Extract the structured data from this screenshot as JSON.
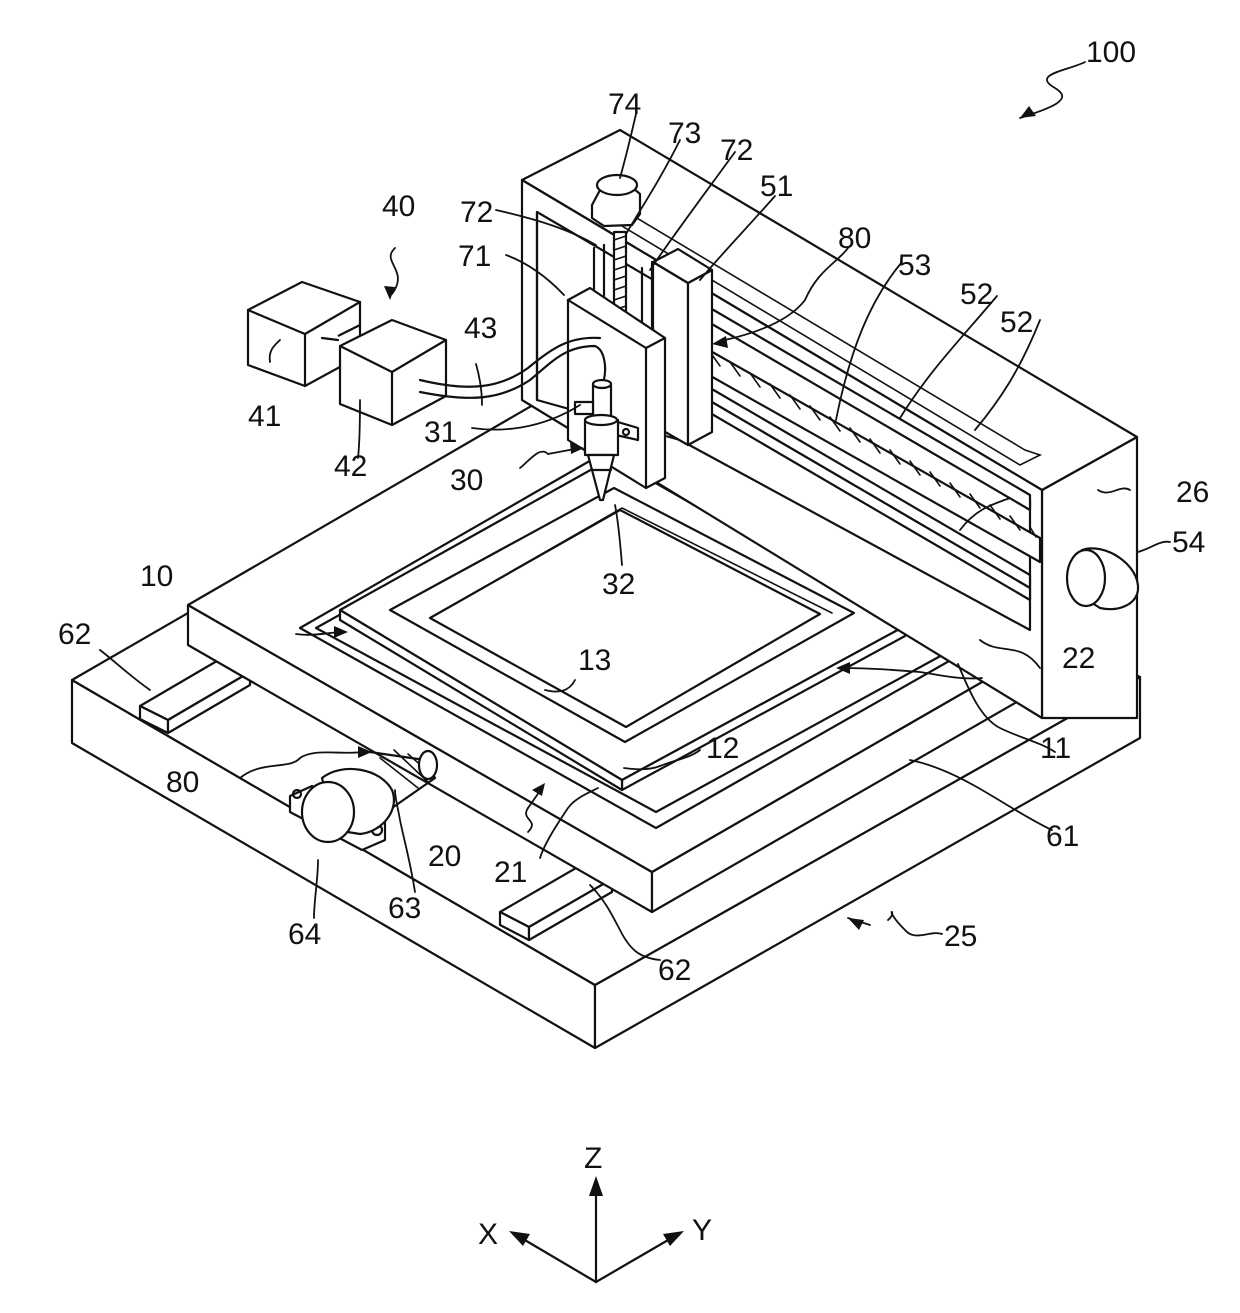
{
  "figure": {
    "reference_labels": {
      "apparatus": "100",
      "base": "25",
      "column": "26",
      "stage": "61",
      "guide_rail_left": "62",
      "guide_rail_right": "62",
      "lead_screw_x": "63",
      "motor_x": "64",
      "screw_marker_left": "80",
      "screw_marker_right": "80",
      "substrate_holder": "20",
      "holder_edge": "21",
      "holder_inner": "22",
      "substrate": "10",
      "substrate_edge": "11",
      "frame": "12",
      "active_area": "13",
      "dispenser_unit": "30",
      "syringe": "31",
      "nozzle": "32",
      "supply_unit": "40",
      "supply_box_a": "41",
      "supply_box_b": "42",
      "supply_tube": "43",
      "carriage": "51",
      "guide_rail_y_a": "52",
      "guide_rail_y_b": "52",
      "lead_screw_y": "53",
      "motor_y": "54",
      "head_block": "71",
      "z_guide_a": "72",
      "z_guide_b": "72",
      "z_screw": "73",
      "z_motor": "74"
    },
    "axes": {
      "z": "Z",
      "x": "X",
      "y": "Y"
    }
  }
}
